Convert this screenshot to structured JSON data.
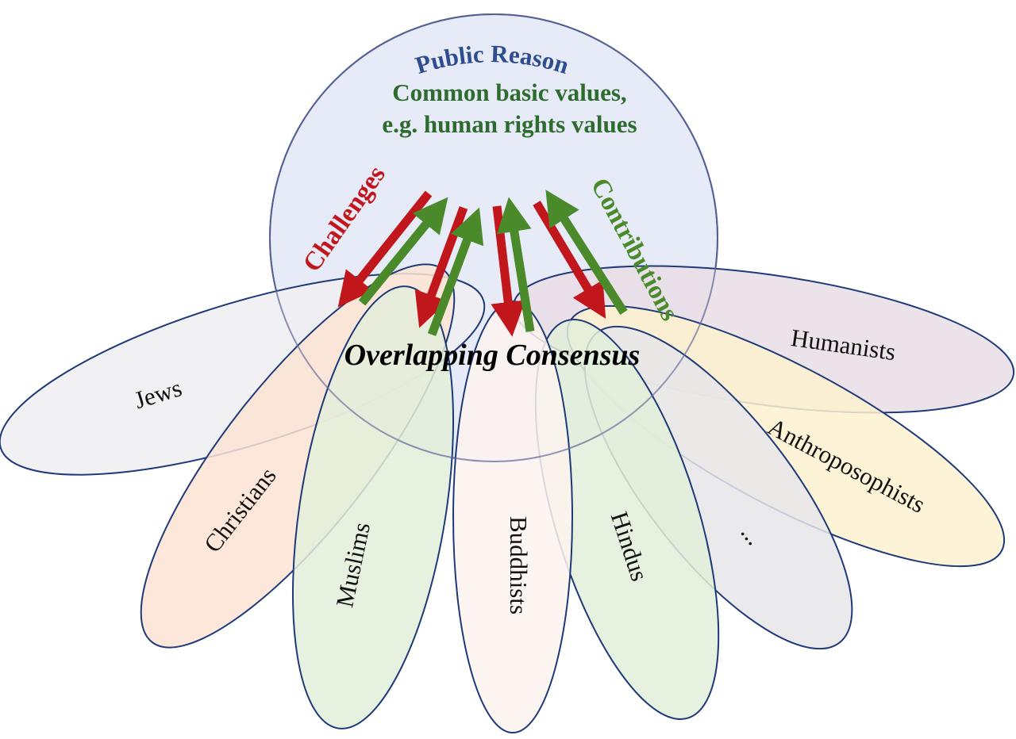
{
  "diagram": {
    "public_reason": {
      "title": "Public Reason",
      "values_line1": "Common basic values,",
      "values_line2": "e.g. human rights values"
    },
    "flows": {
      "challenges_label": "Challenges",
      "contributions_label": "Contributions",
      "challenge_color": "#c0161c",
      "contribution_color": "#4a8a2b"
    },
    "overlap_label": "Overlapping Consensus",
    "groups": [
      {
        "name": "Jews",
        "color": "#eeeff2"
      },
      {
        "name": "Christians",
        "color": "#fbe3d4"
      },
      {
        "name": "Muslims",
        "color": "#e3eed9"
      },
      {
        "name": "Buddhists",
        "color": "#fcf3ef"
      },
      {
        "name": "Hindus",
        "color": "#e3eed9"
      },
      {
        "name": "...",
        "color": "#e6e6ea"
      },
      {
        "name": "Anthroposophists",
        "color": "#fdf1cf"
      },
      {
        "name": "Humanists",
        "color": "#e9dde6"
      }
    ]
  }
}
